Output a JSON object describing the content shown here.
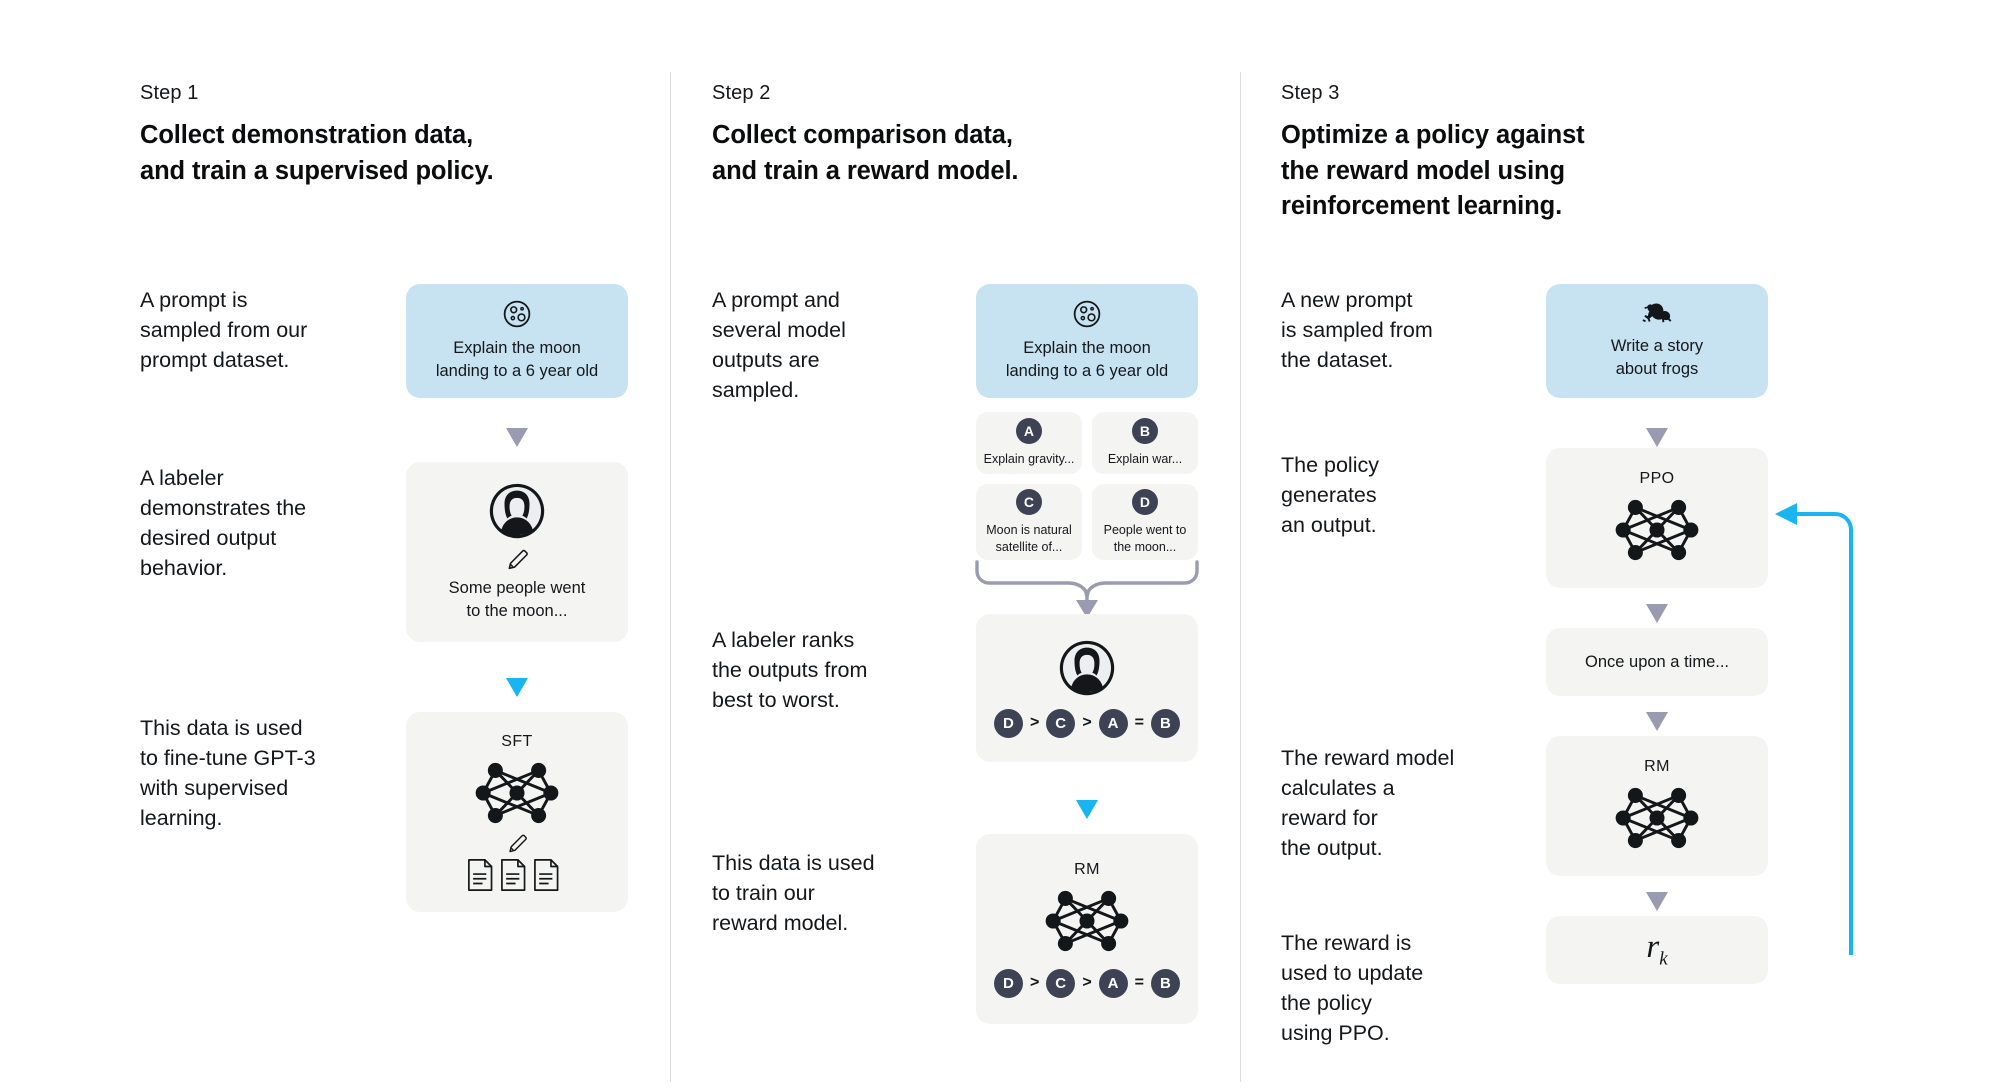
{
  "steps": [
    {
      "label": "Step 1",
      "title_lines": [
        "Collect demonstration data,",
        "and train a supervised policy."
      ],
      "paragraphs": [
        "A prompt is\nsampled from our\nprompt dataset.",
        "A labeler\ndemonstrates the\ndesired output\nbehavior.",
        "This data is used\nto fine-tune GPT-3\nwith supervised\nlearning."
      ],
      "cards": {
        "prompt": {
          "icon": "moon-icon",
          "text": "Explain the moon\nlanding to a 6 year old",
          "color": "#c7e3f2"
        },
        "labeler": {
          "icon": "person-avatar-icon",
          "sub_icon": "pencil-icon",
          "text": "Some people went\nto the moon..."
        },
        "sft": {
          "title": "SFT",
          "icon": "neural-network-icon",
          "sub_icon": "pencil-icon",
          "extra_icon": "documents-icon"
        }
      }
    },
    {
      "label": "Step 2",
      "title_lines": [
        "Collect comparison data,",
        "and train a reward model."
      ],
      "paragraphs": [
        "A prompt and\nseveral model\noutputs are\nsampled.",
        "A labeler ranks\nthe outputs from\nbest to worst.",
        "This data is used\nto train our\nreward model."
      ],
      "cards": {
        "prompt": {
          "icon": "moon-icon",
          "text": "Explain the moon\nlanding to a 6 year old",
          "color": "#c7e3f2"
        },
        "options": [
          {
            "badge": "A",
            "text": "Explain gravity..."
          },
          {
            "badge": "B",
            "text": "Explain war..."
          },
          {
            "badge": "C",
            "text": "Moon is natural\nsatellite of..."
          },
          {
            "badge": "D",
            "text": "People went to\nthe moon..."
          }
        ],
        "ranking_card": {
          "icon": "person-avatar-icon",
          "ranking": [
            "D",
            ">",
            "C",
            ">",
            "A",
            "=",
            "B"
          ]
        },
        "rm": {
          "title": "RM",
          "icon": "neural-network-icon",
          "ranking": [
            "D",
            ">",
            "C",
            ">",
            "A",
            "=",
            "B"
          ]
        }
      }
    },
    {
      "label": "Step 3",
      "title_lines": [
        "Optimize a policy against",
        "the reward model using",
        "reinforcement learning."
      ],
      "paragraphs": [
        "A new prompt\nis sampled from\nthe dataset.",
        "The policy\ngenerates\nan output.",
        "The reward model\ncalculates a\nreward for\nthe output.",
        "The reward is\nused to update\nthe policy\nusing PPO."
      ],
      "cards": {
        "prompt": {
          "icon": "frog-icon",
          "text": "Write a story\nabout frogs",
          "color": "#c7e3f2"
        },
        "ppo": {
          "title": "PPO",
          "icon": "neural-network-icon"
        },
        "output": {
          "text": "Once upon a time..."
        },
        "rm": {
          "title": "RM",
          "icon": "neural-network-icon"
        },
        "reward": {
          "symbol": "r",
          "subscript": "k"
        }
      }
    }
  ],
  "colors": {
    "prompt_blue": "#c7e3f2",
    "card_gray": "#f4f4f2",
    "badge_navy": "#3d4354",
    "arrow_gray": "#9a9ab0",
    "arrow_cyan": "#19b5f0",
    "text": "#14171a",
    "divider": "#dcdcdc"
  }
}
